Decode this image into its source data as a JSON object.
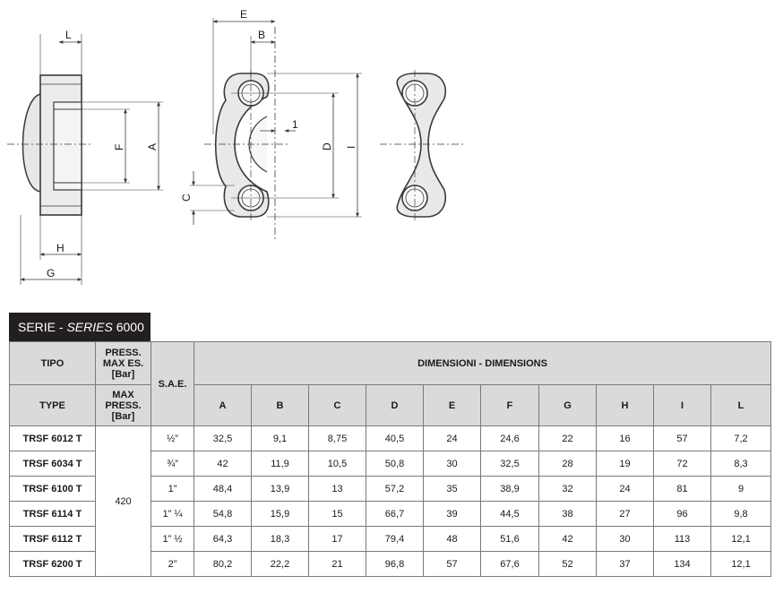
{
  "drawing_labels": {
    "L": "L",
    "H": "H",
    "G": "G",
    "F": "F",
    "A": "A",
    "E": "E",
    "B": "B",
    "one": "1",
    "D": "D",
    "I": "I",
    "C": "C"
  },
  "series": {
    "prefix": "SERIE - ",
    "italic": "SERIES",
    "number": " 6000"
  },
  "header": {
    "tipo": "TIPO",
    "type": "TYPE",
    "press_it": [
      "PRESS.",
      "MAX ES.",
      "[Bar]"
    ],
    "press_en": [
      "MAX",
      "PRESS.",
      "[Bar]"
    ],
    "sae": "S.A.E.",
    "dimensions": "DIMENSIONI - DIMENSIONS",
    "columns": [
      "A",
      "B",
      "C",
      "D",
      "E",
      "F",
      "G",
      "H",
      "I",
      "L"
    ]
  },
  "pressure": "420",
  "rows": [
    {
      "type": "TRSF 6012 T",
      "sae": "½”",
      "dims": [
        "32,5",
        "9,1",
        "8,75",
        "40,5",
        "24",
        "24,6",
        "22",
        "16",
        "57",
        "7,2"
      ]
    },
    {
      "type": "TRSF 6034 T",
      "sae": "¾”",
      "dims": [
        "42",
        "11,9",
        "10,5",
        "50,8",
        "30",
        "32,5",
        "28",
        "19",
        "72",
        "8,3"
      ]
    },
    {
      "type": "TRSF 6100 T",
      "sae": "1”",
      "dims": [
        "48,4",
        "13,9",
        "13",
        "57,2",
        "35",
        "38,9",
        "32",
        "24",
        "81",
        "9"
      ]
    },
    {
      "type": "TRSF 6114 T",
      "sae": "1” ¼",
      "dims": [
        "54,8",
        "15,9",
        "15",
        "66,7",
        "39",
        "44,5",
        "38",
        "27",
        "96",
        "9,8"
      ]
    },
    {
      "type": "TRSF 6112 T",
      "sae": "1” ½",
      "dims": [
        "64,3",
        "18,3",
        "17",
        "79,4",
        "48",
        "51,6",
        "42",
        "30",
        "113",
        "12,1"
      ]
    },
    {
      "type": "TRSF 6200 T",
      "sae": "2”",
      "dims": [
        "80,2",
        "22,2",
        "21",
        "96,8",
        "57",
        "67,6",
        "52",
        "37",
        "134",
        "12,1"
      ]
    }
  ]
}
